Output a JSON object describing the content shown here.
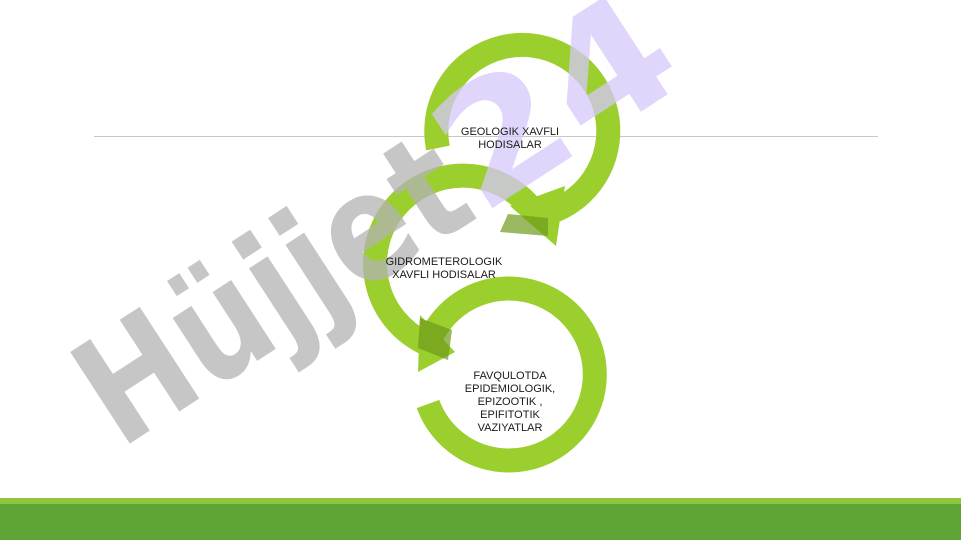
{
  "diagram": {
    "steps": [
      {
        "label": "GEOLOGIK XAVFLI\nHODISALAR"
      },
      {
        "label": "GIDROMETEROLOGIK\nXAVFLI HODISALAR"
      },
      {
        "label": "FAVQULOTDA\nEPIDEMIOLOGIK,\nEPIZOOTIK ,\nEPIFITOTIK\nVAZIYATLAR"
      }
    ],
    "arrow_color": "#9bcf2e",
    "arrow_shadow_color": "#6e9a1c"
  },
  "watermark": {
    "text": "Hüjjet24",
    "colors": [
      "#b3b3b3",
      "#d6c8fa"
    ]
  },
  "theme": {
    "band_light": "#8cc63f",
    "band_dark": "#5ea535",
    "rule_color": "#c8c8c8"
  }
}
